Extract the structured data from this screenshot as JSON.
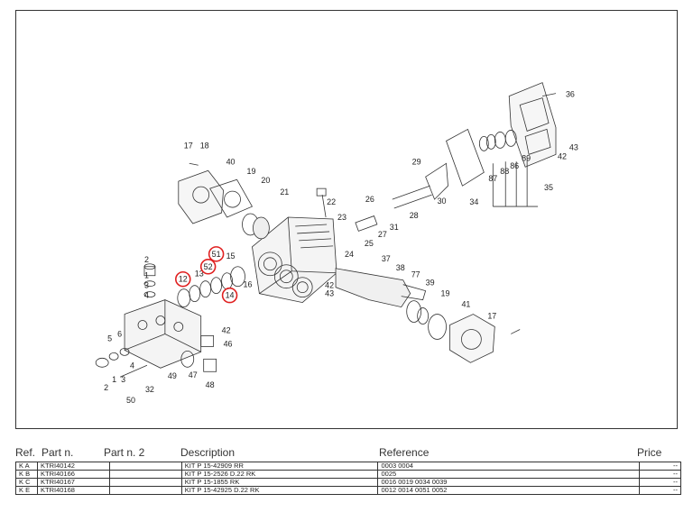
{
  "diagram": {
    "callouts": [
      "1",
      "2",
      "3",
      "4",
      "5",
      "6",
      "12",
      "13",
      "14",
      "15",
      "16",
      "17",
      "18",
      "19",
      "20",
      "21",
      "22",
      "23",
      "24",
      "25",
      "26",
      "27",
      "28",
      "29",
      "30",
      "31",
      "32",
      "34",
      "35",
      "36",
      "37",
      "38",
      "39",
      "40",
      "41",
      "42",
      "43",
      "46",
      "47",
      "48",
      "49",
      "50",
      "51",
      "52",
      "77",
      "86",
      "87",
      "88",
      "89"
    ],
    "highlighted": [
      "12",
      "14",
      "51",
      "52"
    ],
    "highlight_color": "#e02020"
  },
  "table": {
    "headers": {
      "ref": "Ref.",
      "part": "Part n.",
      "part2": "Part n. 2",
      "desc": "Description",
      "reference": "Reference",
      "price": "Price"
    },
    "rows": [
      {
        "ref": "K A",
        "part": "KTRI40142",
        "desc": "KIT P 15-42909 RR",
        "reference": "0003 0004",
        "price": "--"
      },
      {
        "ref": "K B",
        "part": "KTRI40166",
        "desc": "KIT P 15-2526 D.22 RK",
        "reference": "0025",
        "price": "--"
      },
      {
        "ref": "K C",
        "part": "KTRI40167",
        "desc": "KIT P 15-1855 RK",
        "reference": "0016 0019 0034 0039",
        "price": "--"
      },
      {
        "ref": "K E",
        "part": "KTRI40168",
        "desc": "KIT P 15-42925 D.22 RK",
        "reference": "0012 0014 0051 0052",
        "price": "--"
      }
    ]
  }
}
